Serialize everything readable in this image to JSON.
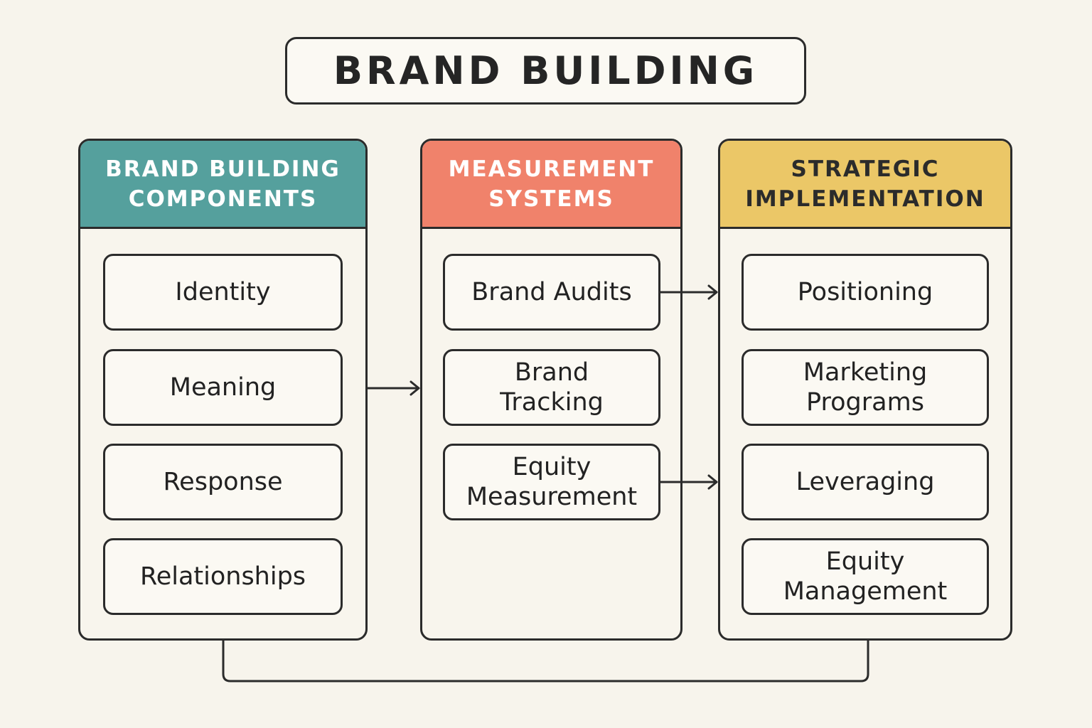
{
  "title": "BRAND BUILDING",
  "colors": {
    "background": "#f7f4ec",
    "outline": "#2b2b2b",
    "teal": "#55a09d",
    "coral": "#f0826b",
    "gold": "#ebc767"
  },
  "columns": [
    {
      "id": "components",
      "header": "BRAND BUILDING\nCOMPONENTS",
      "header_color": "#55a09d",
      "header_text_color": "#ffffff",
      "items": [
        "Identity",
        "Meaning",
        "Response",
        "Relationships"
      ]
    },
    {
      "id": "measurement",
      "header": "MEASUREMENT\nSYSTEMS",
      "header_color": "#f0826b",
      "header_text_color": "#ffffff",
      "items": [
        "Brand Audits",
        "Brand\nTracking",
        "Equity\nMeasurement"
      ]
    },
    {
      "id": "implementation",
      "header": "STRATEGIC\nIMPLEMENTATION",
      "header_color": "#ebc767",
      "header_text_color": "#2b2b2b",
      "items": [
        "Positioning",
        "Marketing\nPrograms",
        "Leveraging",
        "Equity\nManagement"
      ]
    }
  ],
  "connections": [
    {
      "from": "Brand Building Components",
      "to": "Measurement Systems"
    },
    {
      "from": "Brand Audits",
      "to": "Positioning"
    },
    {
      "from": "Equity Measurement",
      "to": "Leveraging"
    },
    {
      "from": "Brand Building Components",
      "to": "Strategic Implementation",
      "type": "feedback-loop"
    }
  ]
}
